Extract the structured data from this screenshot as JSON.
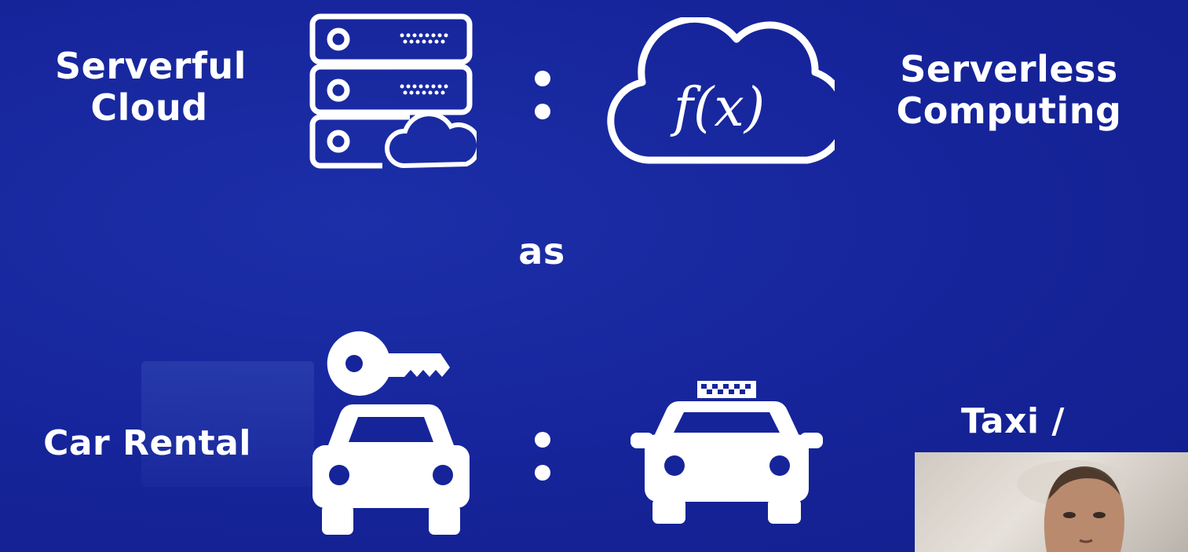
{
  "slide": {
    "top_left_label": [
      "Serverful",
      "Cloud"
    ],
    "top_right_label": [
      "Serverless",
      "Computing"
    ],
    "middle_word": "as",
    "bottom_left_label": "Car Rental",
    "bottom_right_label": "Taxi /",
    "cloud_function_text": "f(x)"
  },
  "icons": [
    "server-rack-icon",
    "cloud-function-icon",
    "key-icon",
    "car-icon",
    "taxi-icon"
  ],
  "colors": {
    "background": "#16249a",
    "foreground": "#ffffff"
  }
}
